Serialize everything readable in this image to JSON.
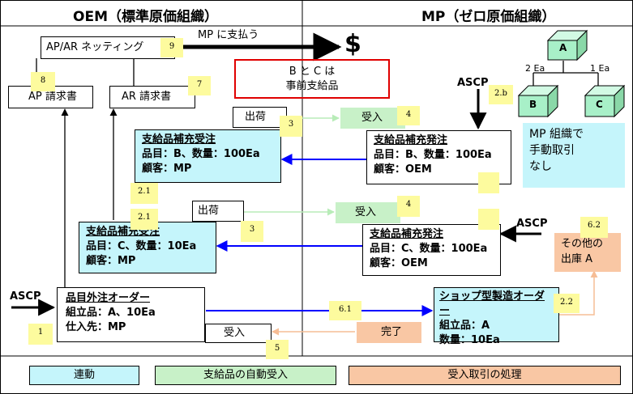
{
  "header": {
    "left": "OEM（標準原価組織）",
    "right": "MP（ゼロ原価組織）"
  },
  "left": {
    "netting": "AP/AR ネッティング",
    "pay_mp": "MP に支払う",
    "dollar": "$",
    "ap_invoice": "AP 請求書",
    "ar_invoice": "AR 請求書",
    "shipment1": "出荷",
    "shipment2": "出荷",
    "so_b": {
      "title": "支給品補充受注",
      "line1": "品目：B、数量：100Ea",
      "line2": "顧客：MP"
    },
    "so_c": {
      "title": "支給品補充受注",
      "line1": "品目：C、数量：10Ea",
      "line2": "顧客：MP"
    },
    "po": {
      "title": "品目外注オーダー",
      "line1": "組立品：A、10Ea",
      "line2": "仕入先：MP"
    },
    "ascp": "ASCP",
    "receive": "受入"
  },
  "center": {
    "note_line1": "B と C は",
    "note_line2": "事前支給品"
  },
  "right": {
    "receive1": "受入",
    "receive2": "受入",
    "po_b": {
      "title": "支給品補充発注",
      "line1": "品目：B、数量：100Ea",
      "line2": "顧客：OEM"
    },
    "po_c": {
      "title": "支給品補充発注",
      "line1": "品目：C、数量：100Ea",
      "line2": "顧客：OEM"
    },
    "ascp_top": "ASCP",
    "ascp_mid": "ASCP",
    "mp_org_note": {
      "line1": "MP 組織で",
      "line2": "手動取引",
      "line3": "なし"
    },
    "shop_order": {
      "title": "ショップ型製造オーダー",
      "line1": "組立品：A",
      "line2": "数量：10Ea"
    },
    "complete": "完了",
    "other_issue": {
      "line1": "その他の",
      "line2": "出庫 A"
    },
    "tree": {
      "root": "A",
      "left": "B",
      "right": "C",
      "left_qty": "2 Ea",
      "right_qty": "1 Ea"
    }
  },
  "steps": {
    "s1": "1",
    "s2_1a": "2.1",
    "s2_1b": "2.1",
    "s2_2": "2.2",
    "s2_b": "2.b",
    "s3a": "3",
    "s3b": "3",
    "s4a": "4",
    "s4b": "4",
    "s5": "5",
    "s6_1": "6.1",
    "s6_2": "6.2",
    "s7": "7",
    "s8": "8",
    "s9": "9",
    "s_blank1": "",
    "s_blank2": ""
  },
  "legend": {
    "item1": "連動",
    "item2": "支給品の自動受入",
    "item3": "受入取引の処理"
  },
  "colors": {
    "cyan": "#c5f5fb",
    "green": "#c8f1c8",
    "orange": "#f9c7a4",
    "yellow": "#fdfb9e",
    "blue_arrow": "#0000ff",
    "note_border": "#e00000",
    "cube": "#a8f0c8"
  }
}
